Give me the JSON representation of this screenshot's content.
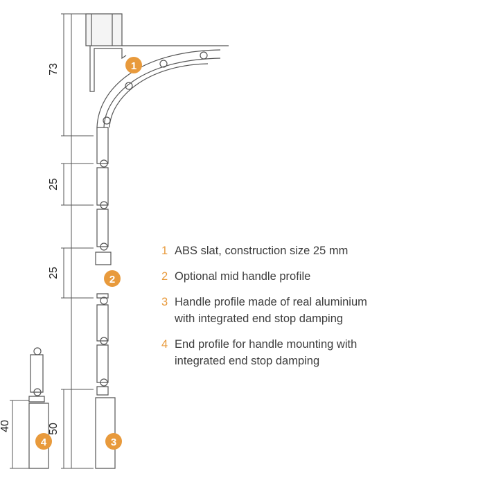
{
  "accent_color": "#e89a3c",
  "dimensions": {
    "d73": "73",
    "d25a": "25",
    "d25b": "25",
    "d50": "50",
    "d40": "40"
  },
  "badges": [
    "1",
    "2",
    "3",
    "4"
  ],
  "legend": [
    {
      "num": "1",
      "text": "ABS slat, construction size 25 mm"
    },
    {
      "num": "2",
      "text": "Optional mid handle profile"
    },
    {
      "num": "3",
      "text": "Handle profile made of real aluminium with integrated end stop damping"
    },
    {
      "num": "4",
      "text": "End profile for handle mounting with integrated end stop damping"
    }
  ]
}
